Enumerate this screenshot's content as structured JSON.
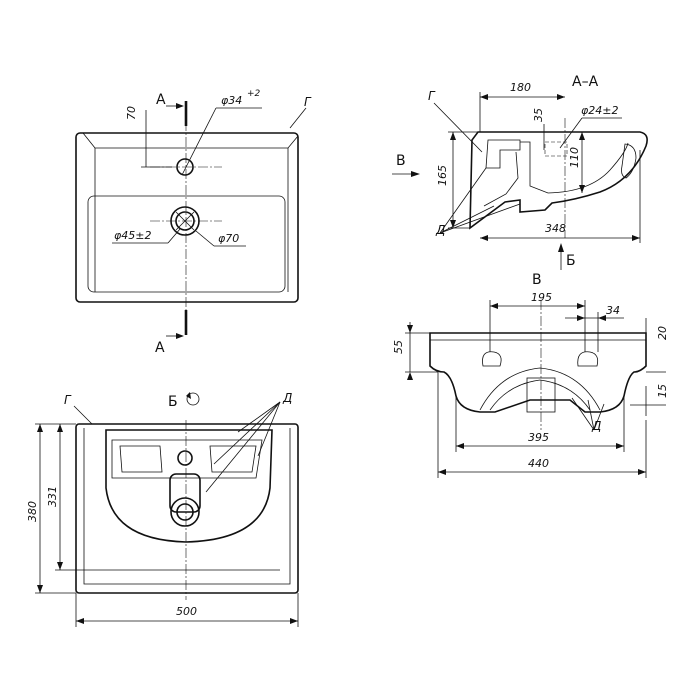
{
  "views": {
    "top": {
      "dim_70": "70",
      "dim_hole": "φ34",
      "dim_hole_tol": "+2",
      "dim_drain": "φ45±2",
      "dim_drain_outer": "φ70",
      "label_g": "Г",
      "section_top": "A",
      "section_bottom": "A"
    },
    "section": {
      "title": "A–A",
      "label_g": "Г",
      "label_d": "Д",
      "arrow_v": "В",
      "arrow_b": "Б",
      "dim_180": "180",
      "dim_35": "35",
      "dim_24": "φ24±2",
      "dim_110": "110",
      "dim_165": "165",
      "dim_348": "348"
    },
    "side": {
      "title": "В",
      "label_d": "Д",
      "dim_195": "195",
      "dim_34": "34",
      "dim_20": "20",
      "dim_55": "55",
      "dim_15": "15",
      "dim_395": "395",
      "dim_440": "440"
    },
    "bottom": {
      "title": "Б",
      "label_g": "Г",
      "label_d": "Д",
      "dim_380": "380",
      "dim_331": "331",
      "dim_500": "500"
    }
  }
}
